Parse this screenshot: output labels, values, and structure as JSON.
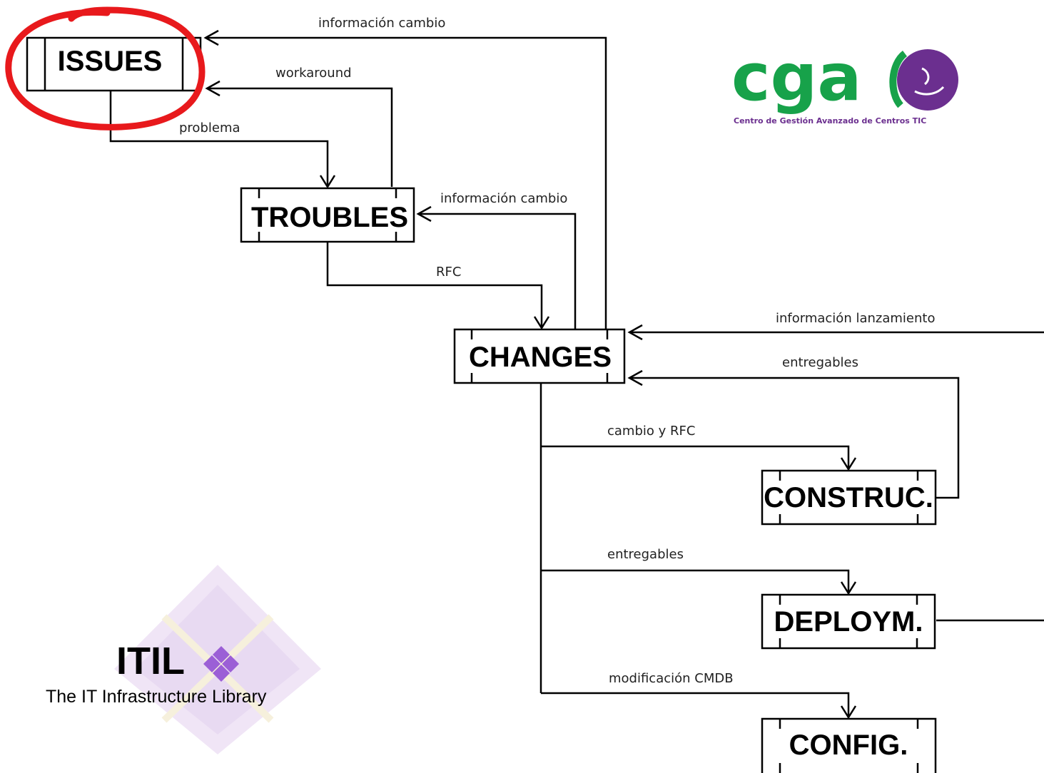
{
  "nodes": {
    "issues": "ISSUES",
    "troubles": "TROUBLES",
    "changes": "CHANGES",
    "construc": "CONSTRUC.",
    "deploym": "DEPLOYM.",
    "config": "CONFIG."
  },
  "edges": {
    "info_cambio_top": "información cambio",
    "workaround": "workaround",
    "problema": "problema",
    "info_cambio_mid": "información cambio",
    "rfc": "RFC",
    "info_lanzamiento": "información lanzamiento",
    "entregables_top": "entregables",
    "cambio_rfc": "cambio y RFC",
    "entregables_mid": "entregables",
    "modificacion_cmdb": "modificación CMDB"
  },
  "logos": {
    "cga_text": "cga",
    "cga_subtitle": "Centro de Gestión Avanzado de Centros TIC",
    "itil_title": "ITIL",
    "itil_subtitle": "The IT Infrastructure Library"
  },
  "colors": {
    "highlight_circle": "#e8191c",
    "cga_green": "#17a24a",
    "cga_purple": "#6b2f8f",
    "itil_diamond": "#9b5fd6",
    "itil_watermark": "#e9dcf3"
  }
}
